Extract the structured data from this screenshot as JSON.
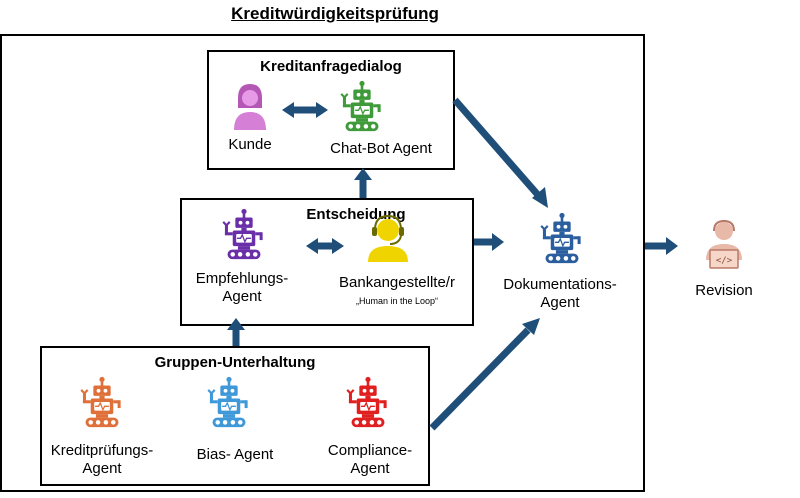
{
  "title": "Kreditwürdigkeitsprüfung",
  "boxes": {
    "top": "Kreditanfragedialog",
    "middle": "Entscheidung",
    "bottom": "Gruppen-Unterhaltung"
  },
  "nodes": {
    "kunde": "Kunde",
    "chatbot": "Chat-Bot Agent",
    "empfehlung_1": "Empfehlungs-",
    "empfehlung_2": "Agent",
    "bank": "Bankangestellte/r",
    "bank_sub": "„Human in the Loop“",
    "doku_1": "Dokumentations-",
    "doku_2": "Agent",
    "revision": "Revision",
    "kredit_1": "Kreditprüfungs-",
    "kredit_2": "Agent",
    "bias": "Bias- Agent",
    "compliance_1": "Compliance-",
    "compliance_2": "Agent"
  },
  "icons": {
    "kunde": "person-icon",
    "chatbot": "robot-icon",
    "empfehlung": "robot-icon",
    "bank": "headset-person-icon",
    "doku": "robot-icon",
    "revision": "developer-person-icon",
    "kredit": "robot-icon",
    "bias": "robot-icon",
    "compliance": "robot-icon"
  },
  "colors": {
    "arrow": "#1f4e79",
    "kunde": "#d67fd6",
    "chatbot": "#3f9a3a",
    "empfehlung": "#6a2fa8",
    "bank": "#f0d400",
    "doku": "#2a5e9e",
    "revision": "#e8b8a8",
    "kredit": "#e0703a",
    "bias": "#3f98d8",
    "compliance": "#e02020"
  }
}
